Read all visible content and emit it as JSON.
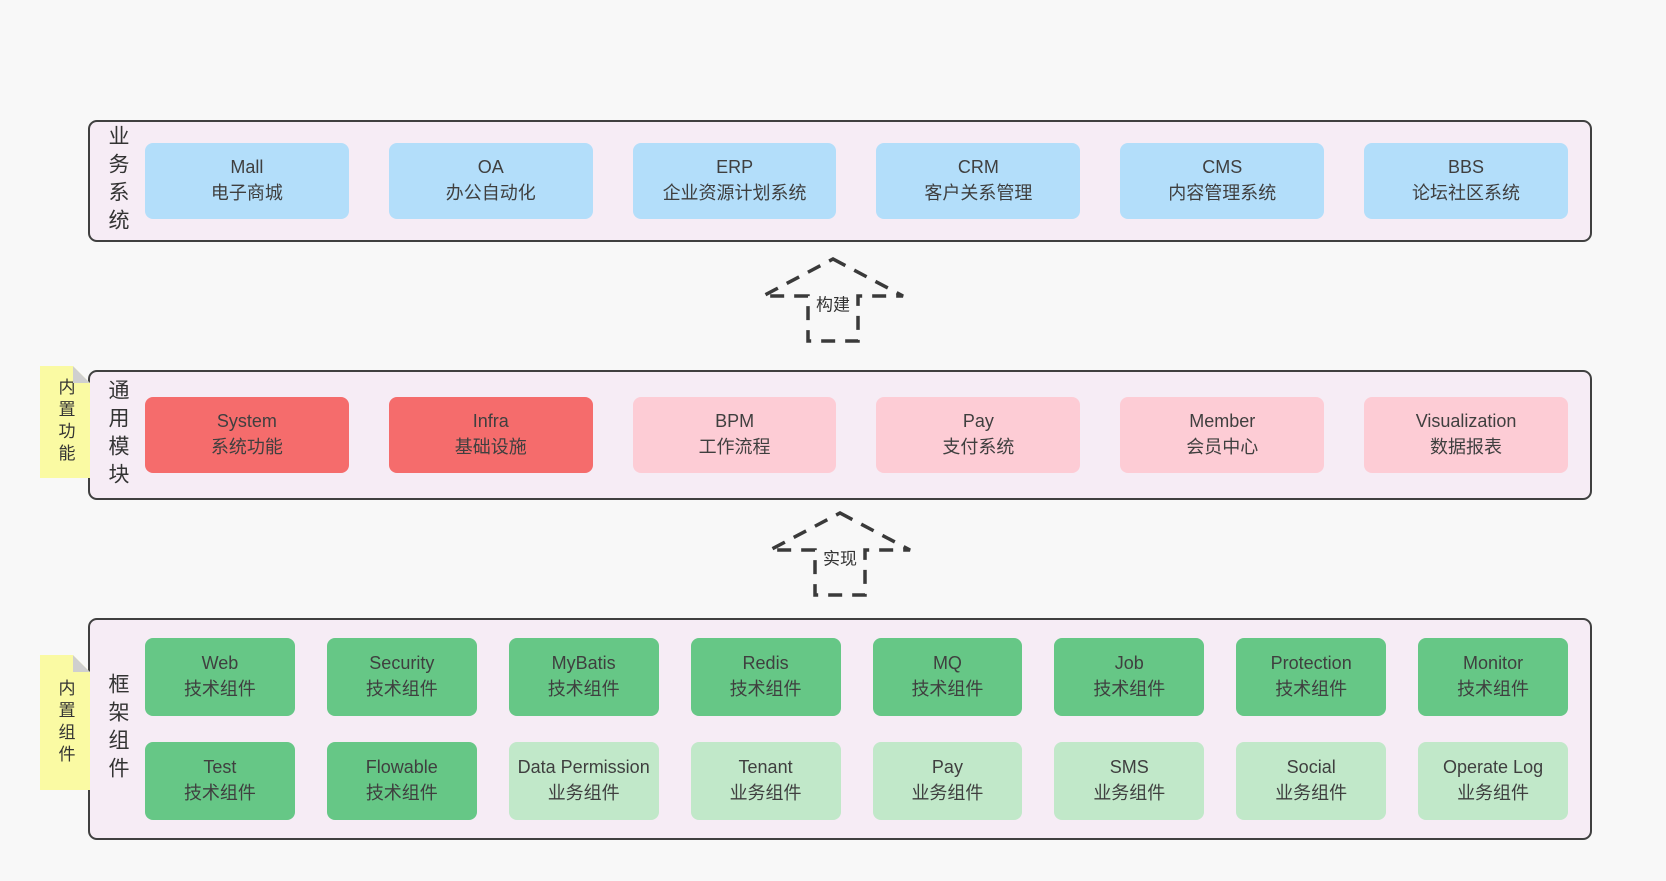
{
  "colors": {
    "page_bg": "#f8f8f8",
    "container_bg": "#f6ecf5",
    "container_border": "#404040",
    "blue_box": "#b3defa",
    "red_box": "#f56c6c",
    "pink_box": "#fdccd5",
    "green_box": "#66c786",
    "light_green_box": "#c1e8c9",
    "sticky_note": "#fafaa3",
    "note_fold": "#cfcfcf",
    "text": "#3f3f3f"
  },
  "arrows": {
    "build": "构建",
    "implement": "实现"
  },
  "notes": {
    "features": "内置功能",
    "components": "内置组件"
  },
  "layers": {
    "business": {
      "label": "业务系统",
      "boxes": [
        {
          "title": "Mall",
          "subtitle": "电子商城"
        },
        {
          "title": "OA",
          "subtitle": "办公自动化"
        },
        {
          "title": "ERP",
          "subtitle": "企业资源计划系统"
        },
        {
          "title": "CRM",
          "subtitle": "客户关系管理"
        },
        {
          "title": "CMS",
          "subtitle": "内容管理系统"
        },
        {
          "title": "BBS",
          "subtitle": "论坛社区系统"
        }
      ]
    },
    "modules": {
      "label": "通用模块",
      "boxes": [
        {
          "title": "System",
          "subtitle": "系统功能",
          "variant": "red"
        },
        {
          "title": "Infra",
          "subtitle": "基础设施",
          "variant": "red"
        },
        {
          "title": "BPM",
          "subtitle": "工作流程",
          "variant": "pink"
        },
        {
          "title": "Pay",
          "subtitle": "支付系统",
          "variant": "pink"
        },
        {
          "title": "Member",
          "subtitle": "会员中心",
          "variant": "pink"
        },
        {
          "title": "Visualization",
          "subtitle": "数据报表",
          "variant": "pink"
        }
      ]
    },
    "framework": {
      "label": "框架组件",
      "rows": [
        [
          {
            "title": "Web",
            "subtitle": "技术组件",
            "variant": "green"
          },
          {
            "title": "Security",
            "subtitle": "技术组件",
            "variant": "green"
          },
          {
            "title": "MyBatis",
            "subtitle": "技术组件",
            "variant": "green"
          },
          {
            "title": "Redis",
            "subtitle": "技术组件",
            "variant": "green"
          },
          {
            "title": "MQ",
            "subtitle": "技术组件",
            "variant": "green"
          },
          {
            "title": "Job",
            "subtitle": "技术组件",
            "variant": "green"
          },
          {
            "title": "Protection",
            "subtitle": "技术组件",
            "variant": "green"
          },
          {
            "title": "Monitor",
            "subtitle": "技术组件",
            "variant": "green"
          }
        ],
        [
          {
            "title": "Test",
            "subtitle": "技术组件",
            "variant": "green"
          },
          {
            "title": "Flowable",
            "subtitle": "技术组件",
            "variant": "green"
          },
          {
            "title": "Data Permission",
            "subtitle": "业务组件",
            "variant": "light-green"
          },
          {
            "title": "Tenant",
            "subtitle": "业务组件",
            "variant": "light-green"
          },
          {
            "title": "Pay",
            "subtitle": "业务组件",
            "variant": "light-green"
          },
          {
            "title": "SMS",
            "subtitle": "业务组件",
            "variant": "light-green"
          },
          {
            "title": "Social",
            "subtitle": "业务组件",
            "variant": "light-green"
          },
          {
            "title": "Operate Log",
            "subtitle": "业务组件",
            "variant": "light-green"
          }
        ]
      ]
    }
  }
}
